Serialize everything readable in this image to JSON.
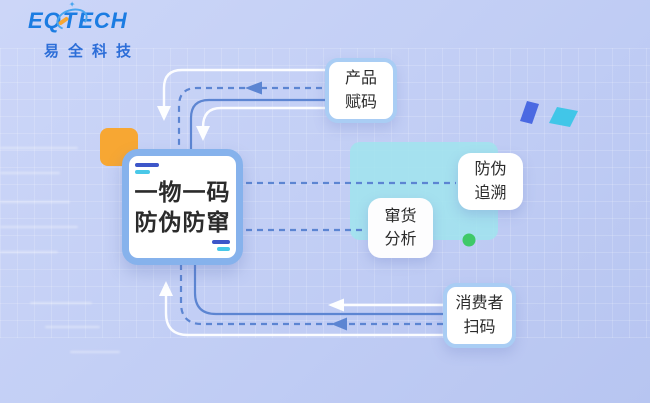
{
  "logo": {
    "eq": "EQ",
    "t": "T",
    "ech": "ECH",
    "subtitle": "易全科技"
  },
  "diagram": {
    "center": {
      "line1": "一物一码",
      "line2": "防伪防窜"
    },
    "nodes": {
      "product_coding": {
        "line1": "产品",
        "line2": "赋码"
      },
      "anti_fake_trace": {
        "line1": "防伪",
        "line2": "追溯"
      },
      "diversion_analysis": {
        "line1": "窜货",
        "line2": "分析"
      },
      "consumer_scan": {
        "line1": "消费者",
        "line2": "扫码"
      }
    }
  },
  "colors": {
    "background": "#c2cef5",
    "flow_line_blue": "#5c85d2",
    "center_border": "#86b2ec",
    "small_border": "#a9cdf4",
    "teal_panel": "#a2e4ec",
    "orange_accent": "#f7a733",
    "green_dot": "#3ec968",
    "parallelogram_blue": "#4a69e2",
    "parallelogram_cyan": "#41c6e8",
    "logo_blue": "#1b7ce2",
    "logo_cn_blue": "#2d6ed8",
    "text_dark": "#2b2b2b"
  }
}
